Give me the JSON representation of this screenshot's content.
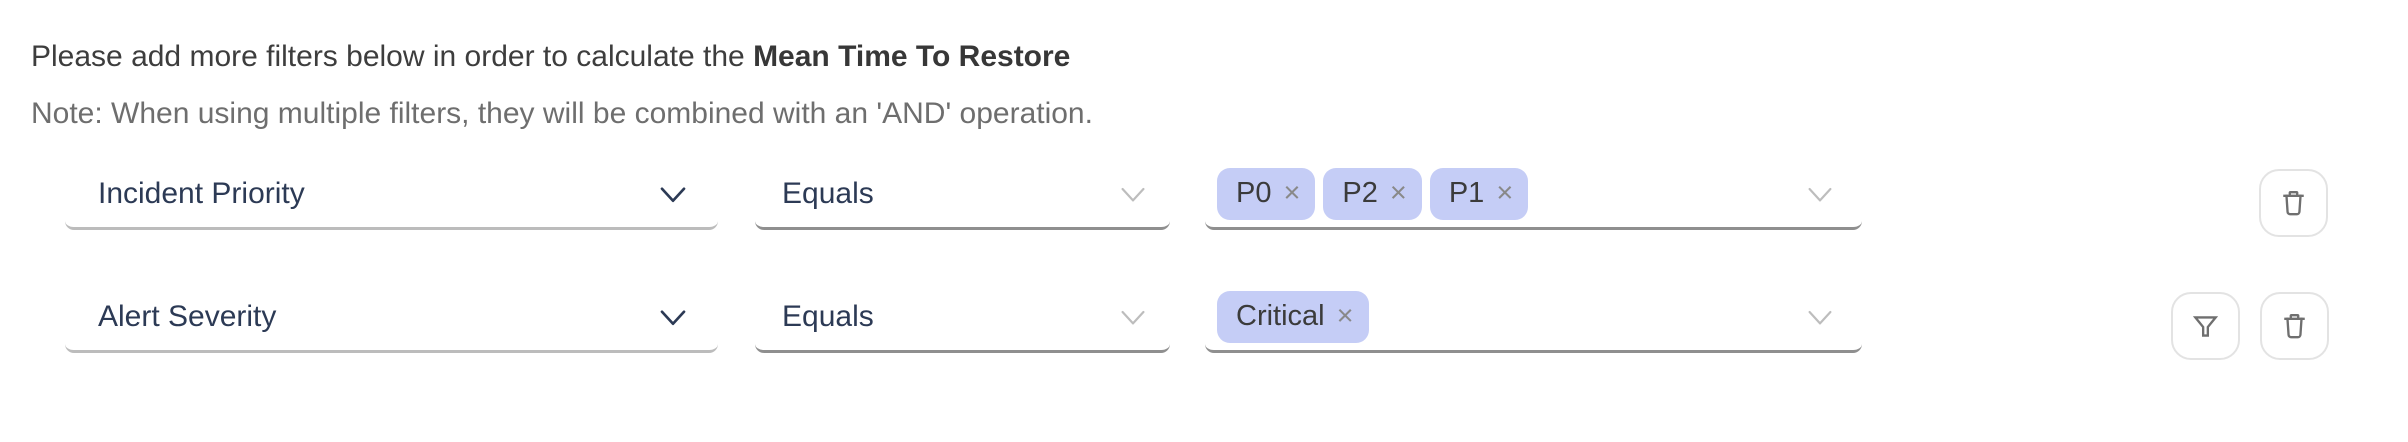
{
  "header": {
    "intro_prefix": "Please add more filters below in order to calculate the ",
    "metric_name": "Mean Time To Restore",
    "note": "Note: When using multiple filters, they will be combined with an 'AND' operation."
  },
  "tag_remove_glyph": "×",
  "rows": [
    {
      "field": "Incident Priority",
      "operator": "Equals",
      "values": [
        {
          "label": "P0"
        },
        {
          "label": "P2"
        },
        {
          "label": "P1"
        }
      ]
    },
    {
      "field": "Alert Severity",
      "operator": "Equals",
      "values": [
        {
          "label": "Critical"
        }
      ]
    }
  ],
  "icons": {
    "dropdown": "chevron-down-icon",
    "delete_row": "trash-icon",
    "filter_row": "filter-icon"
  },
  "colors": {
    "field_label": "#2c3a55",
    "tag_background": "#c5cdf6",
    "tag_text": "#3b3b3b",
    "tag_remove": "#898989",
    "heading_text": "#3d3d3d",
    "note_text": "#6e6e6e",
    "underline": "#8f8f8f",
    "underline_light": "#bcbcbc",
    "button_border": "#e3e3e3",
    "button_icon": "#6f6f6f",
    "chevron_dark": "#2c3a55",
    "chevron_gray": "#bdbdbd"
  }
}
